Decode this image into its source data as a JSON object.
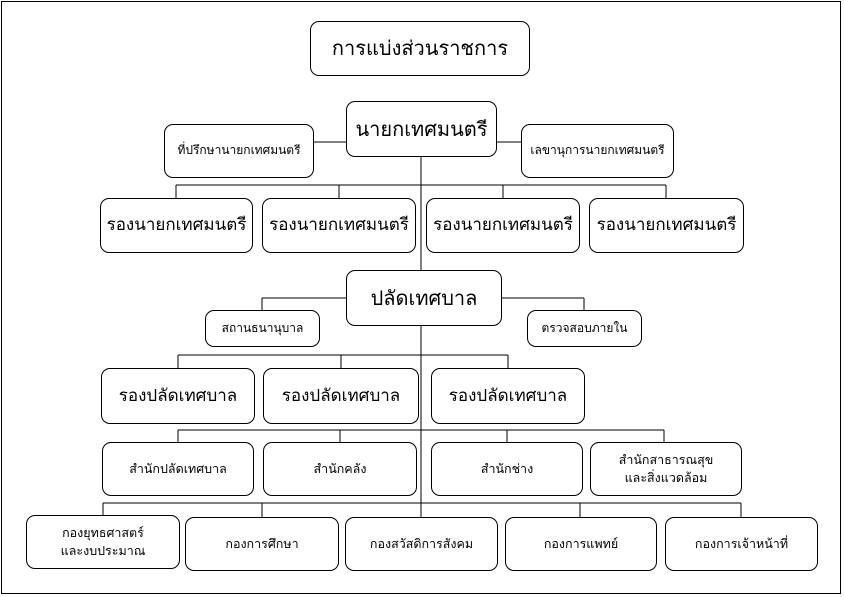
{
  "title": "การแบ่งส่วนราชการ",
  "mayor": "นายกเทศมนตรี",
  "mayor_advisor": "ที่ปรึกษานายกเทศมนตรี",
  "mayor_secretary": "เลขานุการนายกเทศมนตรี",
  "deputy_mayors": [
    "รองนายกเทศมนตรี",
    "รองนายกเทศมนตรี",
    "รองนายกเทศมนตรี",
    "รองนายกเทศมนตรี"
  ],
  "clerk": "ปลัดเทศบาล",
  "clerk_left": "สถานธนานุบาล",
  "clerk_right": "ตรวจสอบภายใน",
  "deputy_clerks": [
    "รองปลัดเทศบาล",
    "รองปลัดเทศบาล",
    "รองปลัดเทศบาล"
  ],
  "offices": [
    "สำนักปลัดเทศบาล",
    "สำนักคลัง",
    "สำนักช่าง",
    "สำนักสาธารณสุข\nและสิ่งแวดล้อม"
  ],
  "divisions": [
    "กองยุทธศาสตร์\nและงบประมาณ",
    "กองการศึกษา",
    "กองสวัสดิการสังคม",
    "กองการแพทย์",
    "กองการเจ้าหน้าที่"
  ]
}
